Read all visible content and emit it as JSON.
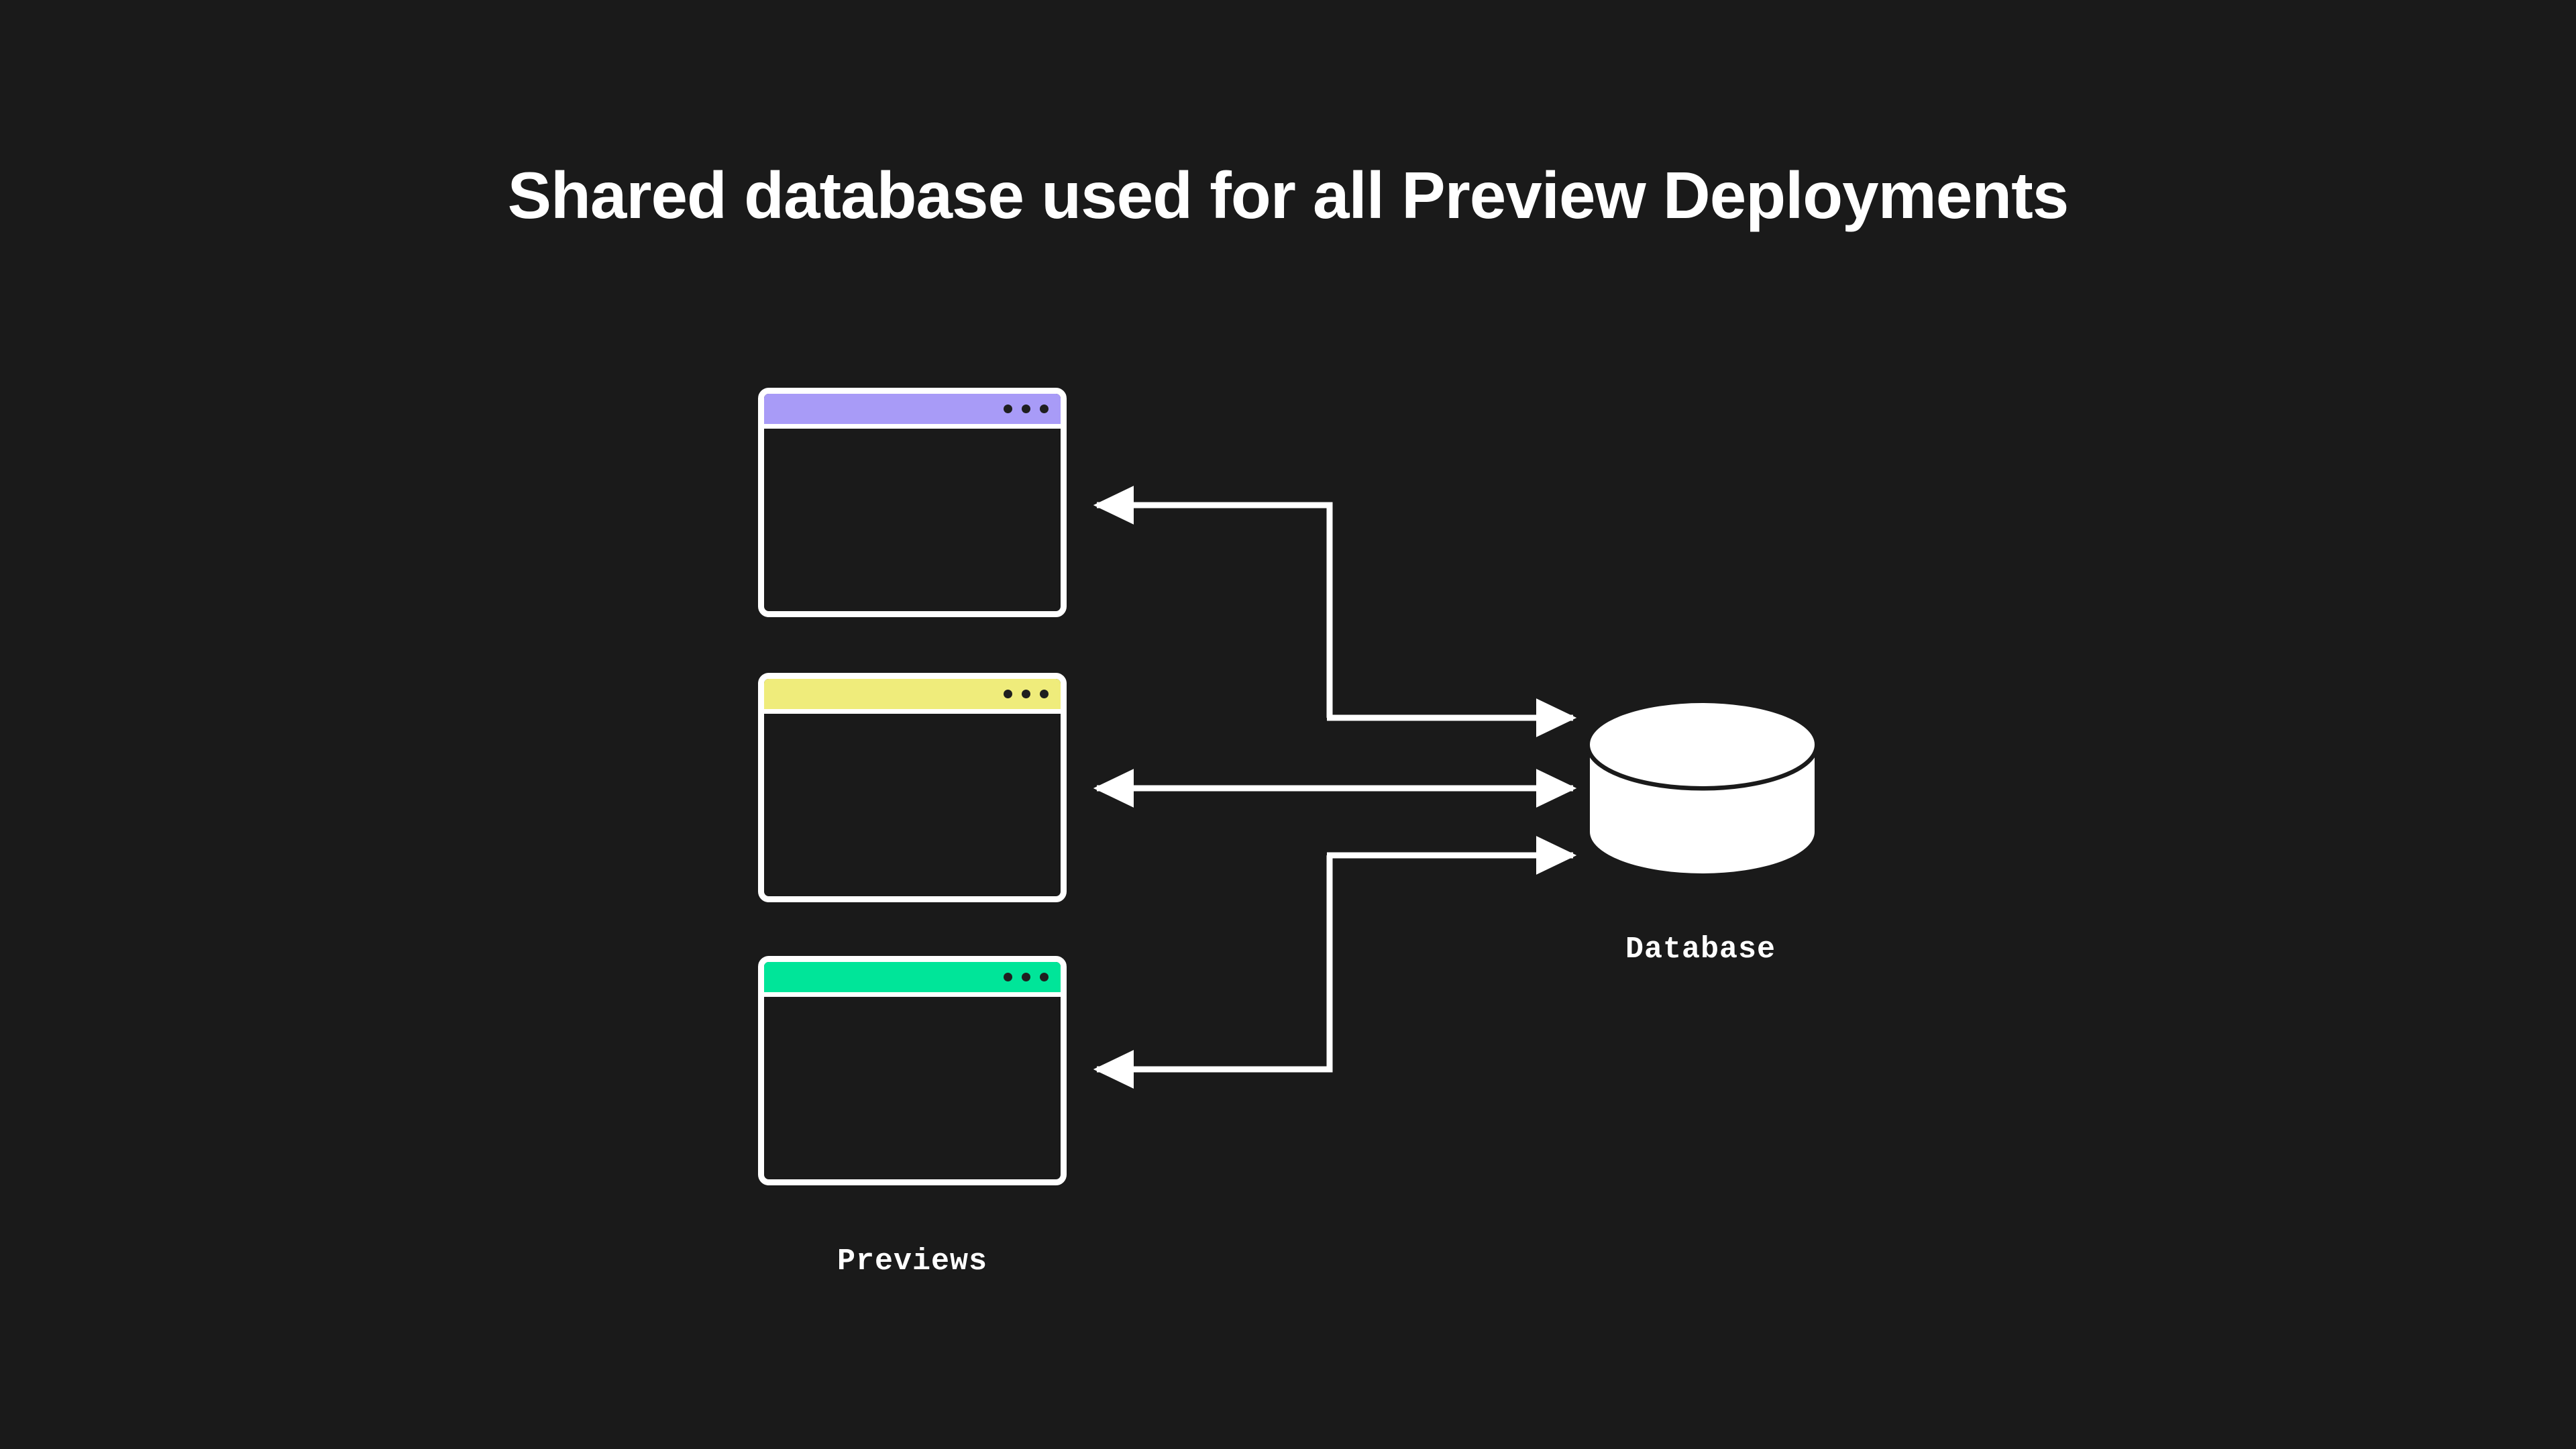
{
  "page": {
    "background_color": "#1a1a1a",
    "title": "Shared database used for all Preview Deployments"
  },
  "diagram": {
    "type": "architecture-flow",
    "stroke_color": "#ffffff",
    "windows": [
      {
        "name": "preview-window-purple",
        "titlebar_color": "#A89BF7",
        "dot_color": "#1f1f1f",
        "dots": 3
      },
      {
        "name": "preview-window-yellow",
        "titlebar_color": "#EFEC7B",
        "dot_color": "#1f1f1f",
        "dots": 3
      },
      {
        "name": "preview-window-green",
        "titlebar_color": "#00E599",
        "dot_color": "#1f1f1f",
        "dots": 3
      }
    ],
    "group_label": "Previews",
    "database": {
      "label": "Database",
      "fill_color": "#ffffff",
      "rim_color": "#1a1a1a"
    },
    "connections": [
      {
        "name": "db-to-purple-window",
        "direction": "database-to-preview",
        "arrowheads": "left"
      },
      {
        "name": "purple-path-to-db",
        "direction": "preview-to-database",
        "arrowheads": "right"
      },
      {
        "name": "yellow-window-to-db",
        "direction": "bidirectional",
        "arrowheads": "both"
      },
      {
        "name": "green-path-to-db",
        "direction": "preview-to-database",
        "arrowheads": "right"
      },
      {
        "name": "db-to-green-window",
        "direction": "database-to-preview",
        "arrowheads": "left"
      }
    ]
  }
}
